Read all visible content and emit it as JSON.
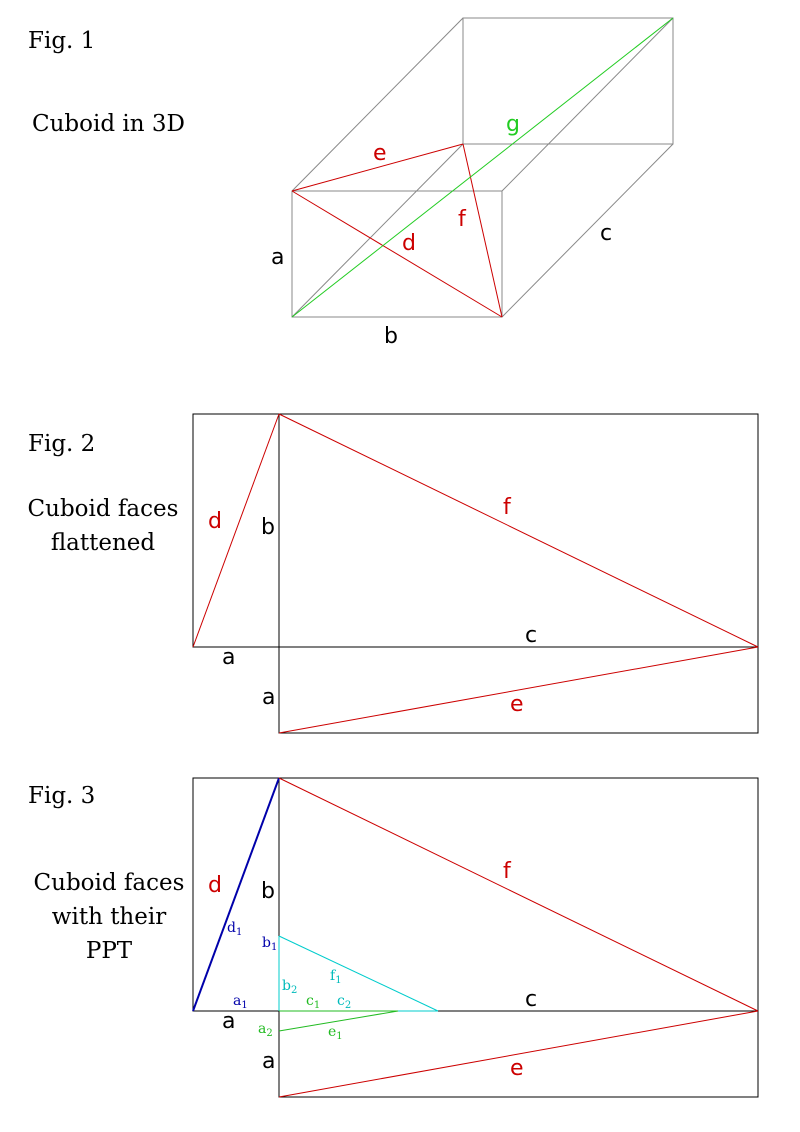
{
  "figures": {
    "fig1": {
      "caption": "Fig. 1",
      "subtitle": "Cuboid in 3D",
      "labels": {
        "a": "a",
        "b": "b",
        "c": "c",
        "d": "d",
        "e": "e",
        "f": "f",
        "g": "g"
      }
    },
    "fig2": {
      "caption": "Fig. 2",
      "subtitle_line1": "Cuboid faces",
      "subtitle_line2": "flattened",
      "labels": {
        "a_bottom": "a",
        "a_side": "a",
        "b": "b",
        "c": "c",
        "d": "d",
        "e": "e",
        "f": "f"
      }
    },
    "fig3": {
      "caption": "Fig. 3",
      "subtitle_line1": "Cuboid faces",
      "subtitle_line2": "with their",
      "subtitle_line3": "PPT",
      "labels": {
        "a_bottom": "a",
        "a_side": "a",
        "b": "b",
        "c": "c",
        "d": "d",
        "e": "e",
        "f": "f"
      },
      "sub_labels": {
        "d1": {
          "base": "d",
          "idx": "1"
        },
        "a1": {
          "base": "a",
          "idx": "1"
        },
        "b1": {
          "base": "b",
          "idx": "1"
        },
        "b2": {
          "base": "b",
          "idx": "2"
        },
        "f1": {
          "base": "f",
          "idx": "1"
        },
        "c1": {
          "base": "c",
          "idx": "1"
        },
        "c2": {
          "base": "c",
          "idx": "2"
        },
        "a2": {
          "base": "a",
          "idx": "2"
        },
        "e1": {
          "base": "e",
          "idx": "1"
        }
      }
    }
  },
  "colors": {
    "edge": "#888888",
    "frame": "#000000",
    "diagonal": "#cc0000",
    "space_diagonal": "#22cc22",
    "label": "#000000",
    "ppt_blue": "#0000aa",
    "ppt_cyan": "#00cccc",
    "ppt_green": "#22bb22"
  }
}
